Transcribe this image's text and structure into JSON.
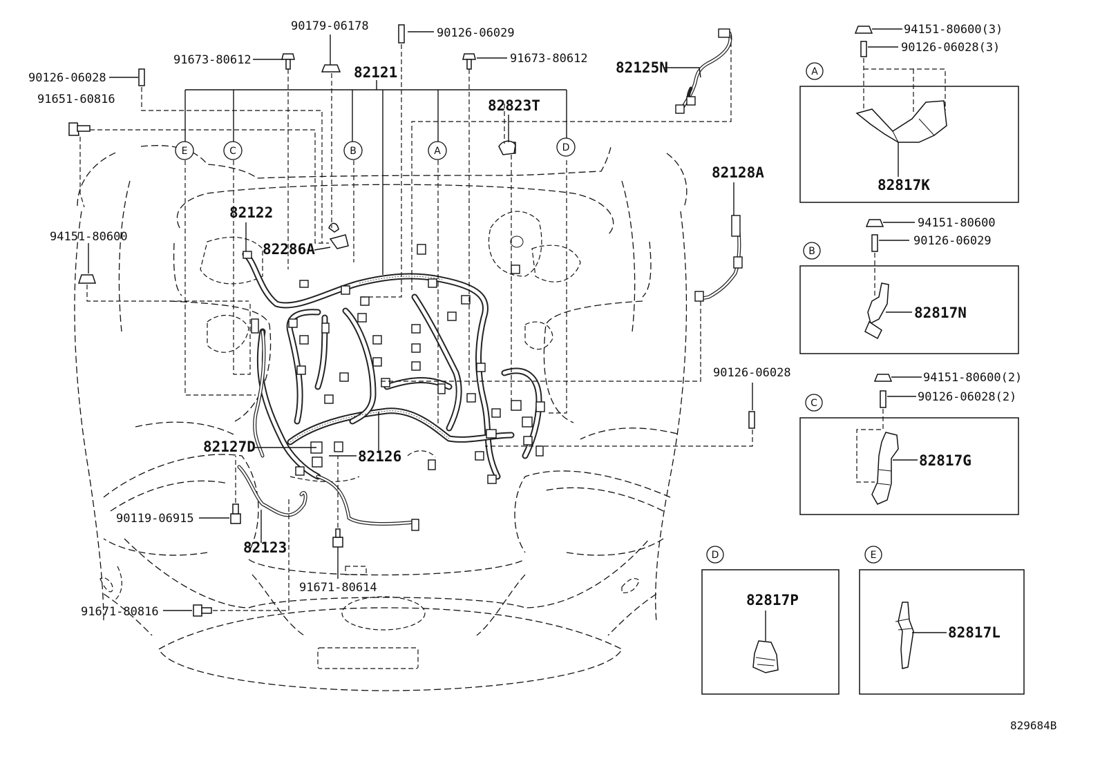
{
  "labels": {
    "p90179_06178": "90179-06178",
    "p90126_06029_top": "90126-06029",
    "p91673_80612_a": "91673-80612",
    "p91673_80612_b": "91673-80612",
    "p90126_06028_left": "90126-06028",
    "p91651_60816": "91651-60816",
    "p82121": "82121",
    "p82125N": "82125N",
    "p82823T": "82823T",
    "p82128A": "82128A",
    "p82122": "82122",
    "p82286A": "82286A",
    "p94151_80600_left": "94151-80600",
    "p90126_06028_mid": "90126-06028",
    "p82127D": "82127D",
    "p82126": "82126",
    "p90119_06915": "90119-06915",
    "p82123": "82123",
    "p91671_80614": "91671-80614",
    "p91671_80816": "91671-80816",
    "ref": "829684B"
  },
  "callouts": [
    "E",
    "C",
    "B",
    "A",
    "D"
  ],
  "detail_A": {
    "letter": "A",
    "nut": "94151-80600(3)",
    "stud": "90126-06028(3)",
    "part": "82817K"
  },
  "detail_B": {
    "letter": "B",
    "nut": "94151-80600",
    "stud": "90126-06029",
    "part": "82817N"
  },
  "detail_C": {
    "letter": "C",
    "nut": "94151-80600(2)",
    "stud": "90126-06028(2)",
    "part": "82817G"
  },
  "detail_D": {
    "letter": "D",
    "part": "82817P"
  },
  "detail_E": {
    "letter": "E",
    "part": "82817L"
  }
}
